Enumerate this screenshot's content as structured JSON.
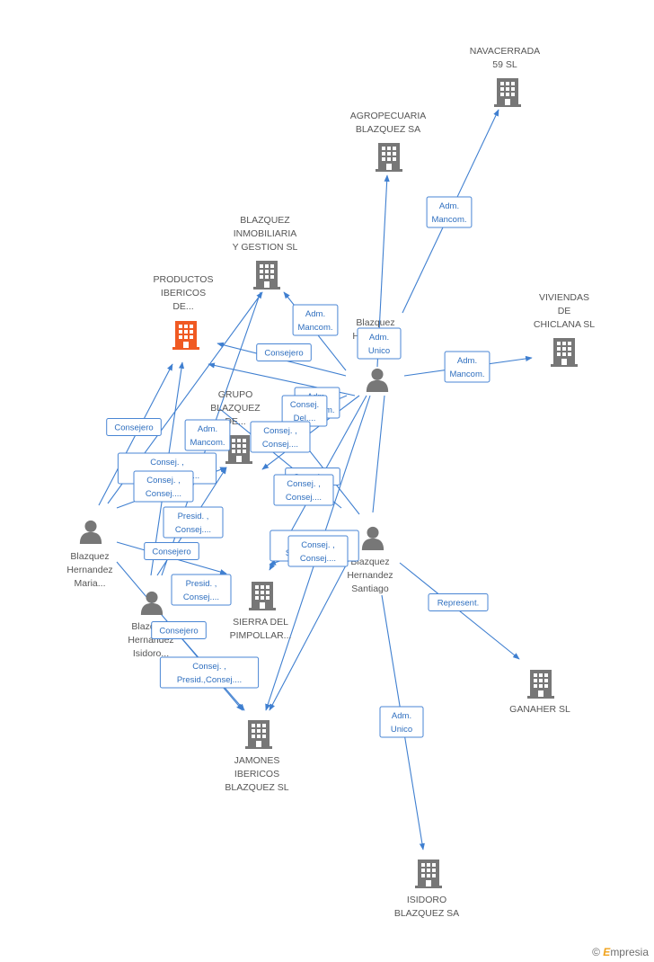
{
  "colors": {
    "building": "#777777",
    "building_highlight": "#f05a23",
    "person": "#777777",
    "edge": "#3f7fd0",
    "label_box_border": "#4a86d4",
    "label_text": "#2f6fbf"
  },
  "nodes": [
    {
      "id": "navacerrada",
      "type": "company",
      "lines": [
        "NAVACERRADA",
        "59 SL"
      ]
    },
    {
      "id": "agropecuaria",
      "type": "company",
      "lines": [
        "AGROPECUARIA",
        "BLAZQUEZ SA"
      ]
    },
    {
      "id": "inmobiliaria",
      "type": "company",
      "lines": [
        "BLAZQUEZ",
        "INMOBILIARIA",
        "Y GESTION  SL"
      ]
    },
    {
      "id": "productos",
      "type": "company",
      "highlight": true,
      "lines": [
        "PRODUCTOS",
        "IBERICOS",
        "DE..."
      ]
    },
    {
      "id": "viviendas",
      "type": "company",
      "lines": [
        "VIVIENDAS",
        "DE",
        "CHICLANA SL"
      ]
    },
    {
      "id": "grupo",
      "type": "company",
      "lines": [
        "GRUPO",
        "BLAZQUEZ",
        "DE..."
      ]
    },
    {
      "id": "sierra",
      "type": "company",
      "lines": [
        "SIERRA DEL",
        "PIMPOLLAR..."
      ]
    },
    {
      "id": "jamones",
      "type": "company",
      "lines": [
        "JAMONES",
        "IBERICOS",
        "BLAZQUEZ SL"
      ]
    },
    {
      "id": "ganaher",
      "type": "company",
      "lines": [
        "GANAHER SL"
      ]
    },
    {
      "id": "isidoro_sa",
      "type": "company",
      "lines": [
        "ISIDORO",
        "BLAZQUEZ SA"
      ]
    },
    {
      "id": "francisco",
      "type": "person",
      "lines": [
        "Blazquez",
        "Hernandez",
        "Fr..."
      ]
    },
    {
      "id": "santiago",
      "type": "person",
      "lines": [
        "Blazquez",
        "Hernandez",
        "Santiago"
      ]
    },
    {
      "id": "maria",
      "type": "person",
      "lines": [
        "Blazquez",
        "Hernandez",
        "Maria..."
      ]
    },
    {
      "id": "isidoro",
      "type": "person",
      "lines": [
        "Blazquez",
        "Hernandez",
        "Isidoro..."
      ]
    }
  ],
  "edge_labels": [
    {
      "id": "fr-navacerrada",
      "lines": [
        "Adm.",
        "Mancom."
      ]
    },
    {
      "id": "fr-agropecuaria",
      "lines": [
        "Adm.",
        "Unico"
      ]
    },
    {
      "id": "fr-inmobiliaria",
      "lines": [
        "Adm.",
        "Mancom."
      ]
    },
    {
      "id": "fr-productos",
      "lines": [
        "Consejero"
      ]
    },
    {
      "id": "fr-viviendas",
      "lines": [
        "Adm.",
        "Mancom."
      ]
    },
    {
      "id": "fr-grupo-1",
      "lines": [
        "Adm.",
        "Mancom."
      ]
    },
    {
      "id": "fr-grupo-2",
      "lines": [
        "Consej.",
        "Del...."
      ]
    },
    {
      "id": "fr-grupo-3",
      "lines": [
        "Consej. ,",
        "Consej...."
      ]
    },
    {
      "id": "fr-sierra",
      "lines": [
        "Consejero"
      ]
    },
    {
      "id": "sa-grupo",
      "lines": [
        "Consej. ,",
        "Consej...."
      ]
    },
    {
      "id": "sa-sierra",
      "lines": [
        "Consejero",
        "Secr.,Consej...."
      ]
    },
    {
      "id": "sa-jamones",
      "lines": [
        "Consej. ,",
        "Consej...."
      ]
    },
    {
      "id": "sa-ganaher",
      "lines": [
        "Represent."
      ]
    },
    {
      "id": "sa-isidoro",
      "lines": [
        "Adm.",
        "Unico"
      ]
    },
    {
      "id": "ma-productos",
      "lines": [
        "Consejero"
      ]
    },
    {
      "id": "ma-grupo-1",
      "lines": [
        "Adm.",
        "Mancom."
      ]
    },
    {
      "id": "ma-grupo-2",
      "lines": [
        "Consej. ,",
        "Presid.,Consej...."
      ]
    },
    {
      "id": "ma-sierra",
      "lines": [
        "Consejero"
      ]
    },
    {
      "id": "ma-jamones",
      "lines": [
        "Consejero"
      ]
    },
    {
      "id": "is-productos",
      "lines": [
        "Consej. ,",
        "Consej...."
      ]
    },
    {
      "id": "is-grupo",
      "lines": [
        "Presid. ,",
        "Consej...."
      ]
    },
    {
      "id": "is-sierra",
      "lines": [
        "Presid. ,",
        "Consej...."
      ]
    },
    {
      "id": "is-jamones",
      "lines": [
        "Consej. ,",
        "Presid.,Consej...."
      ]
    }
  ],
  "watermark": {
    "symbol": "©",
    "brand_initial": "E",
    "brand_rest": "mpresia"
  }
}
